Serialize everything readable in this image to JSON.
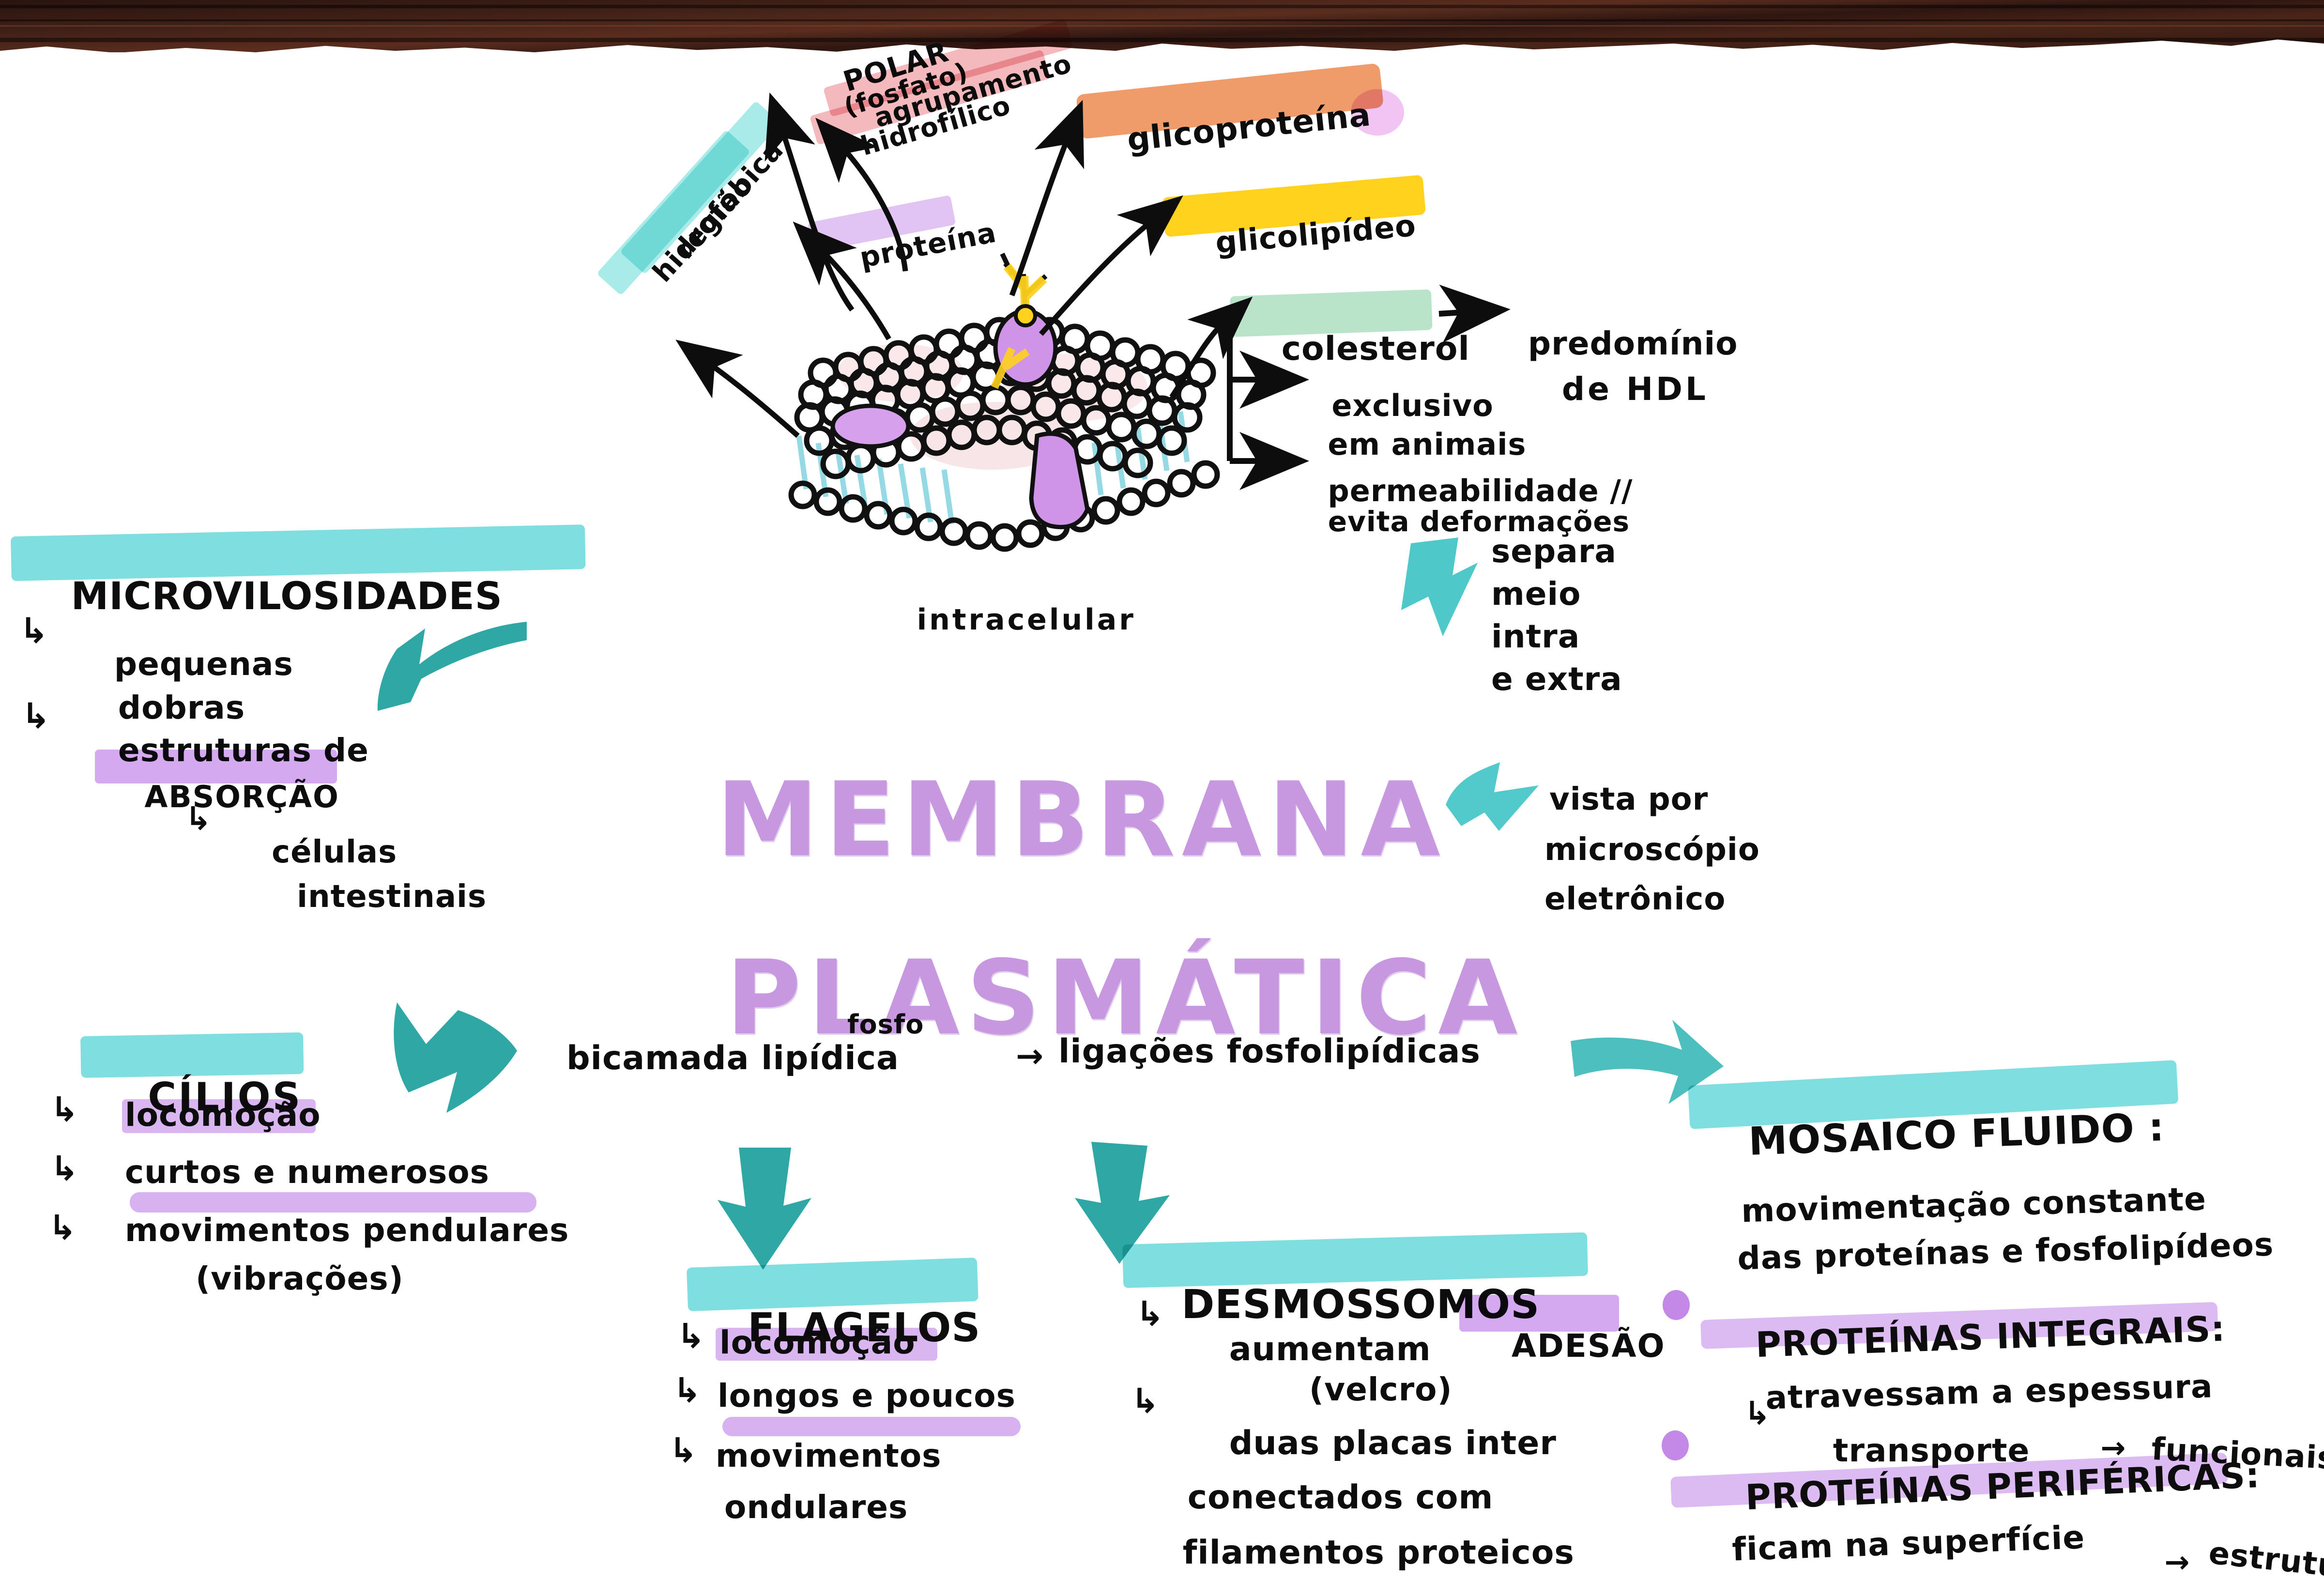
{
  "board": {
    "surface_note": "white paper on dark wooden desk"
  },
  "title": {
    "line1": "MEMBRANA",
    "line2": "PLASMÁTICA",
    "color": "#c797e0"
  },
  "diagram": {
    "caption_bottom": "intracelular",
    "labels": {
      "polar": "POLAR",
      "polar_paren": "(fosfato)",
      "agrupamento": "agrupamento",
      "hidrofilico": "hidrofílico",
      "regiao": "região",
      "hidrofobica": "hidrofóbica",
      "proteina": "proteína",
      "glicoproteina": "glicoproteína",
      "glicolipideo": "glicolipídeo"
    }
  },
  "colesterol": {
    "heading": "colesterol",
    "arrow_right_line1": "predomínio",
    "arrow_right_line2": "de HDL",
    "sub1_line1": "exclusivo",
    "sub1_line2": "em animais",
    "sub2_line1": "permeabilidade //",
    "sub2_line2": "evita deformações"
  },
  "separa": {
    "line1": "separa",
    "line2": "meio",
    "line3": "intra",
    "line4": "e extra"
  },
  "vista": {
    "line1": "vista por",
    "line2": "microscópio",
    "line3": "eletrônico"
  },
  "microvilosidades": {
    "heading": "MICROVILOSIDADES",
    "items": [
      {
        "line1": "pequenas",
        "line2": "dobras"
      },
      {
        "line1": "estruturas de",
        "line2": "ABSORÇÃO"
      }
    ],
    "subitem": {
      "line1": "células",
      "line2": "intestinais"
    }
  },
  "cilios": {
    "heading": "CÍLIOS",
    "items": [
      "locomoção",
      "curtos e numerosos",
      "movimentos pendulares"
    ],
    "paren": "(vibrações)"
  },
  "flagelos": {
    "heading": "FLAGELOS",
    "items": [
      "locomoção",
      "longos e poucos",
      "movimentos"
    ],
    "last_wrap": "ondulares"
  },
  "desmossomos": {
    "heading": "DESMOSSOMOS",
    "item1_a": "aumentam",
    "item1_b": "ADESÃO",
    "item1_paren": "(velcro)",
    "item2_line1": "duas placas inter",
    "item2_line2": "conectados com",
    "item2_line3": "filamentos proteicos"
  },
  "bicamada": {
    "super": "fosfo",
    "left": "bicamada lipídica",
    "arrow": "→",
    "right": "ligações fosfolipídicas"
  },
  "mosaico": {
    "heading": "MOSAICO FLUIDO :",
    "desc_line1": "movimentação constante",
    "desc_line2": "das proteínas e fosfolipídeos",
    "integrais": {
      "heading": "PROTEÍNAS INTEGRAIS:",
      "desc": "atravessam a espessura",
      "sub_a": "transporte",
      "sub_arrow": "→",
      "sub_b": "funcionais"
    },
    "perifericas": {
      "heading": "PROTEÍNAS PERIFÉRICAS:",
      "desc": "ficam na superfície",
      "sub_arrow": "→",
      "sub_b": "estruturais"
    }
  },
  "colors": {
    "cyan_highlight": "#7fdee0",
    "purple_highlight": "#d4a9ef",
    "orange_highlight": "#ef9b6a",
    "yellow_highlight": "#ffd21e",
    "green_highlight": "#b9e4c9",
    "teal_marker": "#2fada9",
    "title_purple": "#c797e0"
  }
}
